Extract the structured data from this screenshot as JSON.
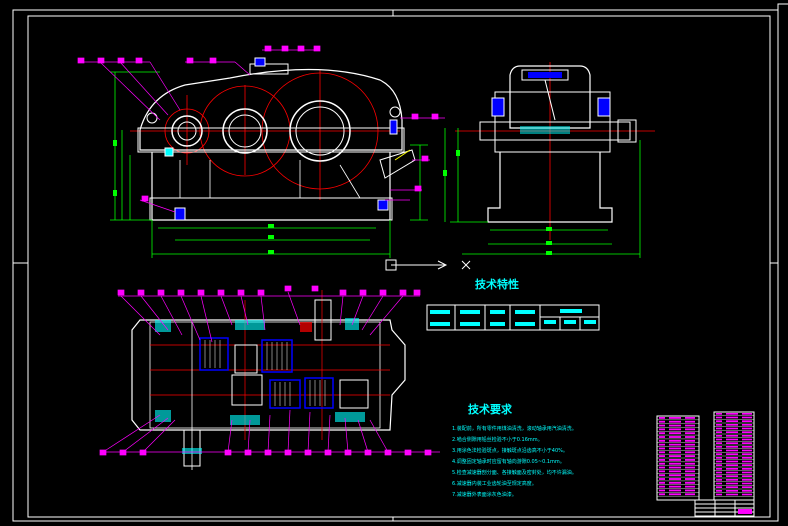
{
  "drawing": {
    "title_characteristics": "技术特性",
    "title_requirements": "技术要求",
    "requirements": [
      "1.装配前，所有零件用煤油清洗，滚动轴承用汽油清洗。",
      "2.啮合侧隙用铅丝检验不小于0.16mm。",
      "3.用涂色法检验斑点，接触斑点沿齿高不小于40%。",
      "4.调整固定轴承时应留有轴向游隙0.05~0.1mm。",
      "5.检查减速器剖分面、各接触面及密封处，均不许漏油。",
      "6.减速器内装工业齿轮油至规定高度。",
      "7.减速器外表面涂灰色油漆。"
    ]
  },
  "colors": {
    "background": "#000000",
    "outline": "#ffffff",
    "dimension": "#00ff00",
    "centerline": "#ff0000",
    "label": "#ff00ff",
    "annotation": "#00ffff",
    "gear": "#0000ff"
  }
}
